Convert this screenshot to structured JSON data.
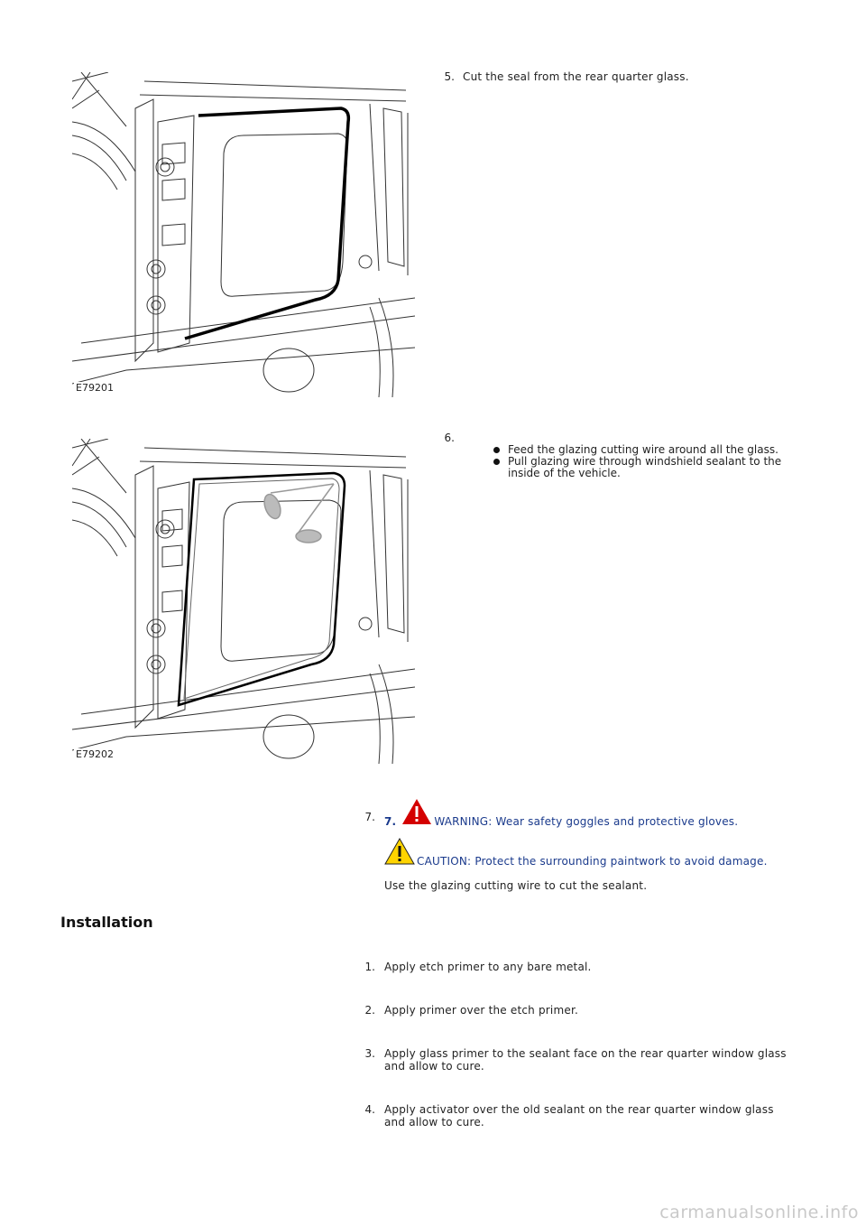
{
  "removal_steps": [
    {
      "number": "5.",
      "figure_id": "E79201",
      "text": "Cut the seal from the rear quarter glass."
    },
    {
      "number": "6.",
      "figure_id": "E79202",
      "bullets": [
        "Feed the glazing cutting wire around all the glass.",
        "Pull glazing wire through windshield sealant to the inside of the vehicle."
      ]
    },
    {
      "number": "7.",
      "bold_number": "7.",
      "warning": "WARNING: Wear safety goggles and protective gloves.",
      "caution": "CAUTION: Protect the surrounding paintwork to avoid damage.",
      "text": "Use the glazing cutting wire to cut the sealant."
    }
  ],
  "installation": {
    "heading": "Installation",
    "steps": [
      {
        "number": "1.",
        "text": "Apply etch primer to any bare metal."
      },
      {
        "number": "2.",
        "text": "Apply primer over the etch primer."
      },
      {
        "number": "3.",
        "text": "Apply glass primer to the sealant face on the rear quarter window glass and allow to cure."
      },
      {
        "number": "4.",
        "text": "Apply activator over the old sealant on the rear quarter window glass and allow to cure."
      }
    ]
  },
  "footer": {
    "watermark": "carmanualsonline.info"
  },
  "colors": {
    "warning_red": "#d40000",
    "caution_yellow": "#ffd400",
    "note_blue": "#1a3a8c"
  }
}
